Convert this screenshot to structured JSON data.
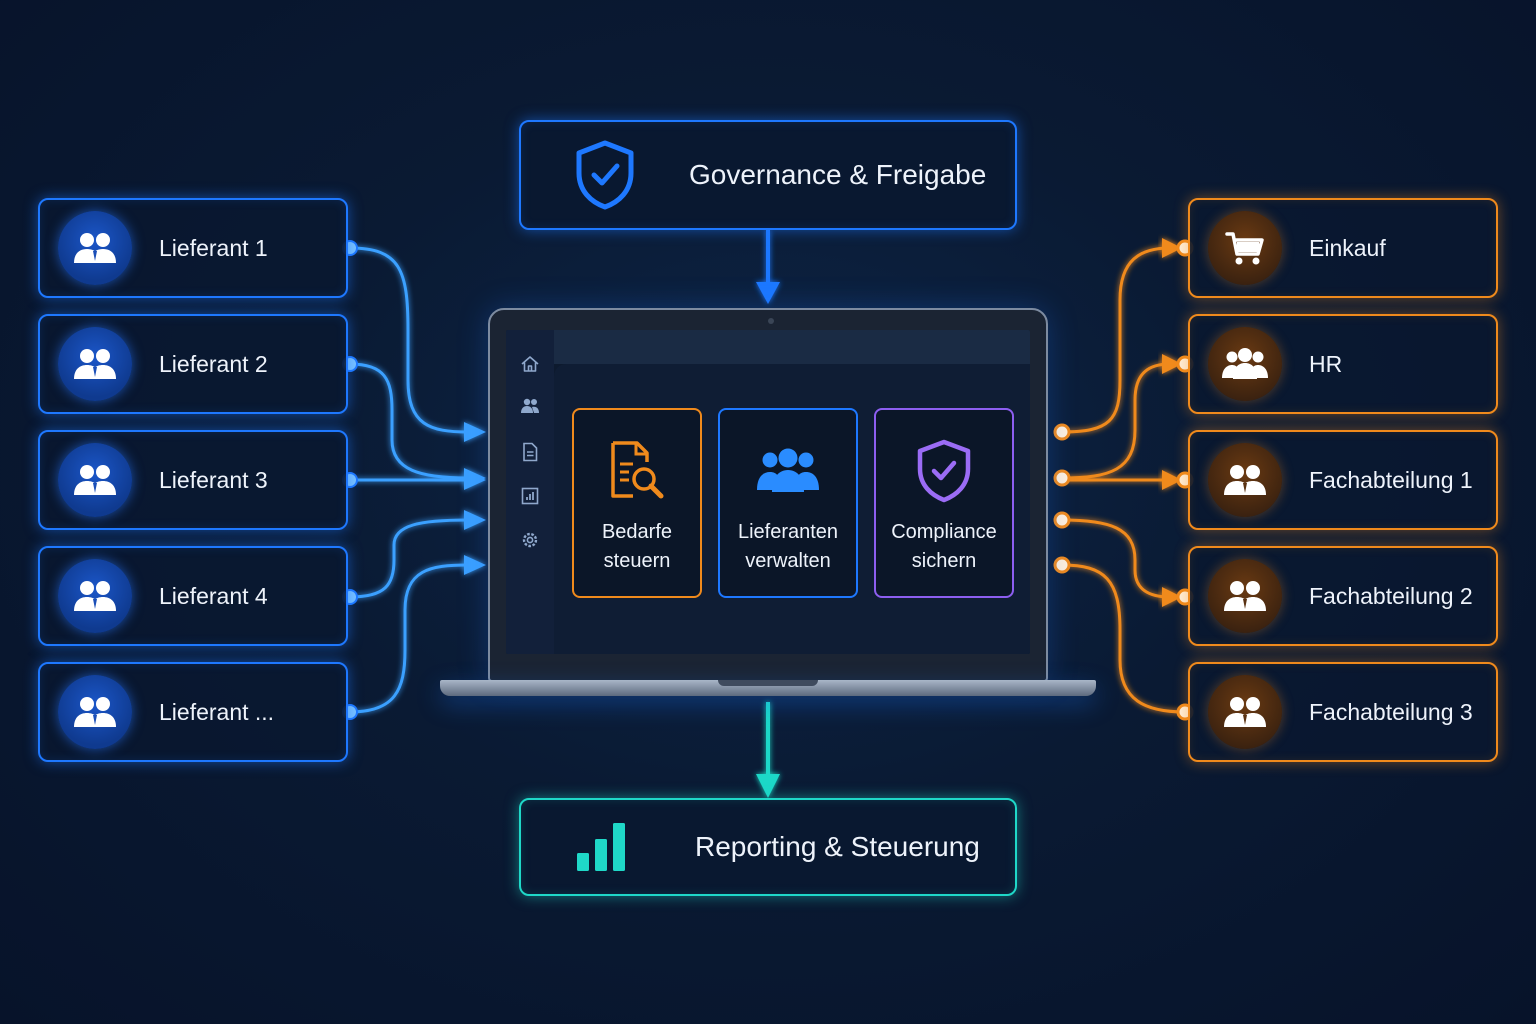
{
  "top_box": {
    "label": "Governance & Freigabe",
    "icon": "shield-check-icon",
    "color": "#1e78ff"
  },
  "bottom_box": {
    "label": "Reporting & Steuerung",
    "icon": "bar-chart-icon",
    "color": "#1fd8c8"
  },
  "suppliers": [
    {
      "label": "Lieferant 1",
      "icon": "users-icon"
    },
    {
      "label": "Lieferant 2",
      "icon": "users-icon"
    },
    {
      "label": "Lieferant 3",
      "icon": "users-icon"
    },
    {
      "label": "Lieferant 4",
      "icon": "users-icon"
    },
    {
      "label": "Lieferant ...",
      "icon": "users-icon"
    }
  ],
  "departments": [
    {
      "label": "Einkauf",
      "icon": "cart-icon"
    },
    {
      "label": "HR",
      "icon": "team-icon"
    },
    {
      "label": "Fachabteilung 1",
      "icon": "users-icon"
    },
    {
      "label": "Fachabteilung 2",
      "icon": "users-icon"
    },
    {
      "label": "Fachabteilung 3",
      "icon": "users-icon"
    }
  ],
  "laptop": {
    "sidebar_icons": [
      "home-icon",
      "users-icon",
      "document-icon",
      "chart-icon",
      "gear-icon"
    ],
    "cards": [
      {
        "line1": "Bedarfe",
        "line2": "steuern",
        "icon": "document-search-icon",
        "color": "#f08a1c"
      },
      {
        "line1": "Lieferanten",
        "line2": "verwalten",
        "icon": "team-icon",
        "color": "#1e78ff"
      },
      {
        "line1": "Compliance",
        "line2": "sichern",
        "icon": "shield-check-icon",
        "color": "#8d5ef0"
      }
    ]
  },
  "colors": {
    "suppliers": "#1e78ff",
    "departments": "#f08a1c",
    "reporting": "#1fd8c8"
  }
}
